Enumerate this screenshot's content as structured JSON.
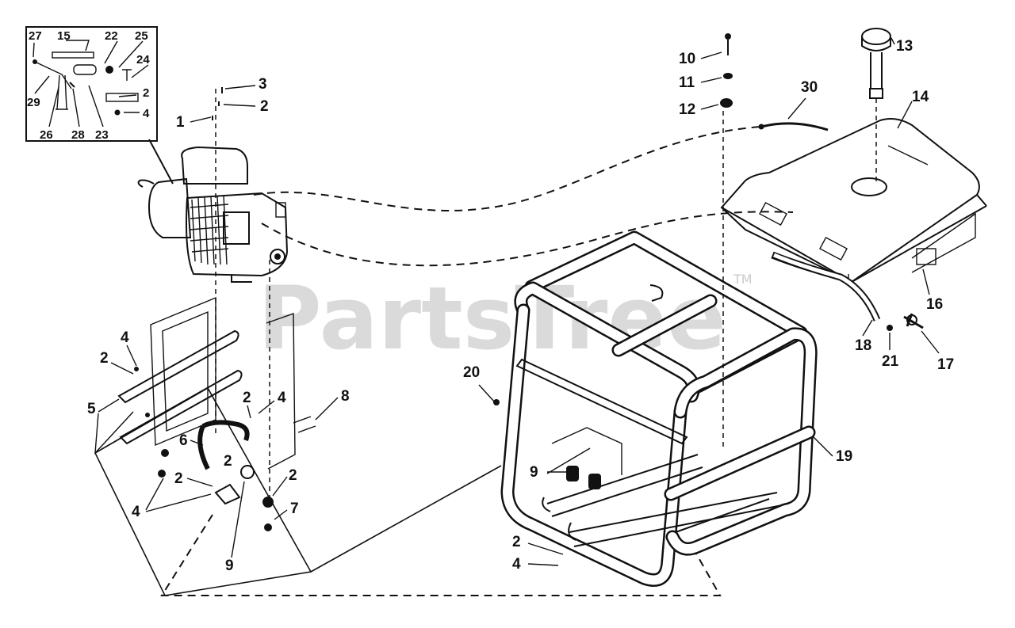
{
  "watermark": {
    "text": "PartsTree",
    "trademark": "TM"
  },
  "callouts": {
    "c1": "1",
    "c2a": "2",
    "c3": "3",
    "c10": "10",
    "c11": "11",
    "c12": "12",
    "c13": "13",
    "c14": "14",
    "c16": "16",
    "c17": "17",
    "c18": "18",
    "c19": "19",
    "c20": "20",
    "c21": "21",
    "c30": "30",
    "c4a": "4",
    "c2b": "2",
    "c5": "5",
    "c2c": "2",
    "c4b": "4",
    "c8": "8",
    "c6": "6",
    "c2d": "2",
    "c2e": "2",
    "c4c": "4",
    "c2f": "2",
    "c7": "7",
    "c9a": "9",
    "c9b": "9",
    "c2g": "2",
    "c4d": "4"
  },
  "inset": {
    "c27": "27",
    "c15": "15",
    "c22": "22",
    "c25": "25",
    "c24": "24",
    "c2": "2",
    "c4": "4",
    "c29": "29",
    "c26": "26",
    "c28": "28",
    "c23": "23"
  }
}
